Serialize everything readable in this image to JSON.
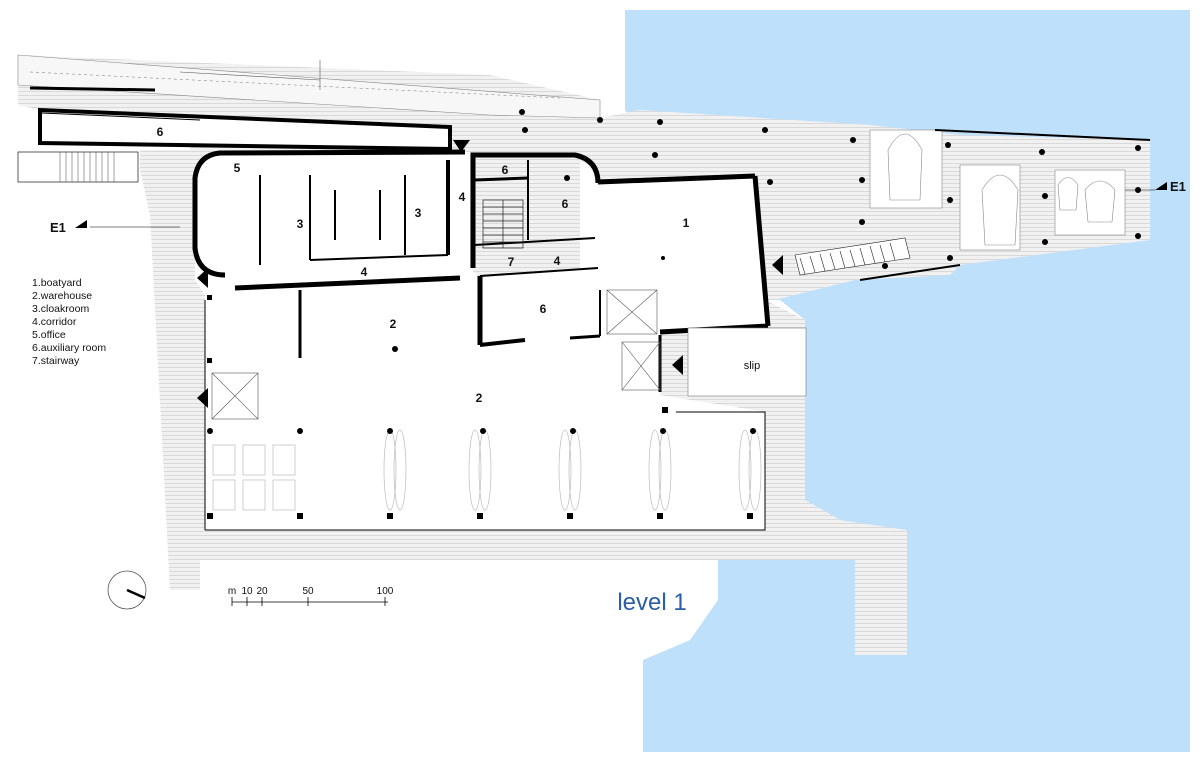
{
  "colors": {
    "water": "#bfe0fb",
    "deck": "#ececec",
    "wall": "#000000",
    "title": "#2a5fa8"
  },
  "rooms": {
    "boatyard": "1",
    "warehouse_a": "2",
    "warehouse_b": "2",
    "cloakroom_a": "3",
    "cloakroom_b": "3",
    "corridor_a": "4",
    "corridor_b": "4",
    "corridor_c": "4",
    "office": "5",
    "aux_top": "6",
    "aux_stair": "6",
    "aux_right": "6",
    "aux_bottom": "6",
    "stairway": "7"
  },
  "slip_label": "slip",
  "section_markers": {
    "left": "E1",
    "right": "E1"
  },
  "legend": [
    "1.boatyard",
    "2.warehouse",
    "3.cloakroom",
    "4.corridor",
    "5.office",
    "6.auxiliary room",
    "7.stairway"
  ],
  "scale_bar": {
    "unit": "m",
    "ticks": [
      "10",
      "20",
      "50",
      "100"
    ]
  },
  "level_title": "level 1",
  "icons": {
    "north": "north-arrow-icon",
    "entrance": "entrance-triangle-icon",
    "section": "section-cut-icon"
  }
}
